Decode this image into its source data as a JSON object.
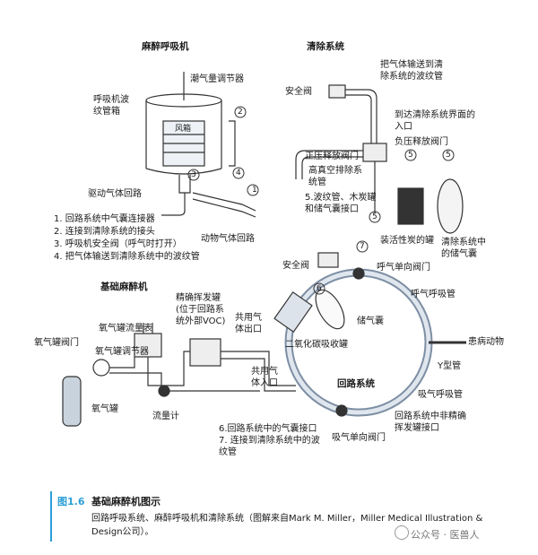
{
  "sections": {
    "anesthesia_ventilator": "麻醉呼吸机",
    "scavenging_system": "清除系统",
    "basic_machine": "基础麻醉机",
    "circuit_system": "回路系统"
  },
  "ventilator_labels": {
    "tidal_volume_regulator": "潮气量调节器",
    "bellows_housing": "呼吸机波\n纹管箱",
    "bellows": "风箱",
    "driving_gas_circuit": "驱动气体回路",
    "animal_gas_circuit": "动物气体回路"
  },
  "ventilator_notes": [
    "1. 回路系统中气囊连接器",
    "2. 连接到清除系统的接头",
    "3. 呼吸机安全阀（呼气时打开）",
    "4. 把气体输送到清除系统中的波纹管"
  ],
  "scavenging_labels": {
    "safety_valve": "安全阀",
    "delivery_hose": "把气体输送到清\n除系统的波纹管",
    "interface_inlet": "到达清除系统界面的\n入口",
    "negative_pressure_valve": "负压释放阀门",
    "positive_pressure_valve": "正压释放阀门",
    "high_vacuum_hose": "高真空排除系\n统管",
    "note_5": "5.波纹管、木炭罐\n和储气囊接口",
    "charcoal_canister": "装活性炭的罐",
    "reservoir_bag": "清除系统中\n的储气囊"
  },
  "machine_labels": {
    "vaporizer": "精确挥发罐\n(位于回路系\n统外部VOC)",
    "common_gas_outlet": "共用气\n体出口",
    "common_gas_inlet": "共用气\n体入口",
    "oxygen_flowmeter": "氧气罐流量表",
    "oxygen_regulator": "氧气罐调节器",
    "oxygen_tank_valve": "氧气罐阀门",
    "oxygen_tank": "氧气罐",
    "flowmeter": "流量计"
  },
  "circuit_labels": {
    "safety_valve": "安全阀",
    "expiratory_valve": "呼气单向阀门",
    "expiratory_limb": "呼气呼吸管",
    "reservoir_bag": "储气囊",
    "co2_absorber": "二氧化碳吸收罐",
    "patient": "患病动物",
    "y_piece": "Y型管",
    "inspiratory_limb": "吸气呼吸管",
    "non_precision_vaporizer_port": "回路系统中非精确\n挥发罐接口",
    "inspiratory_valve": "吸气单向阀门",
    "note_6_7": "6.回路系统中的气囊接口\n7. 连接到清除系统中的波\n纹管"
  },
  "markers": [
    "1",
    "2",
    "3",
    "4",
    "5",
    "5",
    "5",
    "6",
    "7"
  ],
  "caption": {
    "number": "图1.6",
    "title": "基础麻醉机图示",
    "body": "回路呼吸系统、麻醉呼吸机和清除系统（图解来自Mark M. Miller，Miller Medical Illustration & Design公司）。"
  },
  "watermark": "公众号 · 医兽人",
  "colors": {
    "accent": "#2a9fd6",
    "line": "#333333",
    "tube": "#9fb3c8"
  }
}
